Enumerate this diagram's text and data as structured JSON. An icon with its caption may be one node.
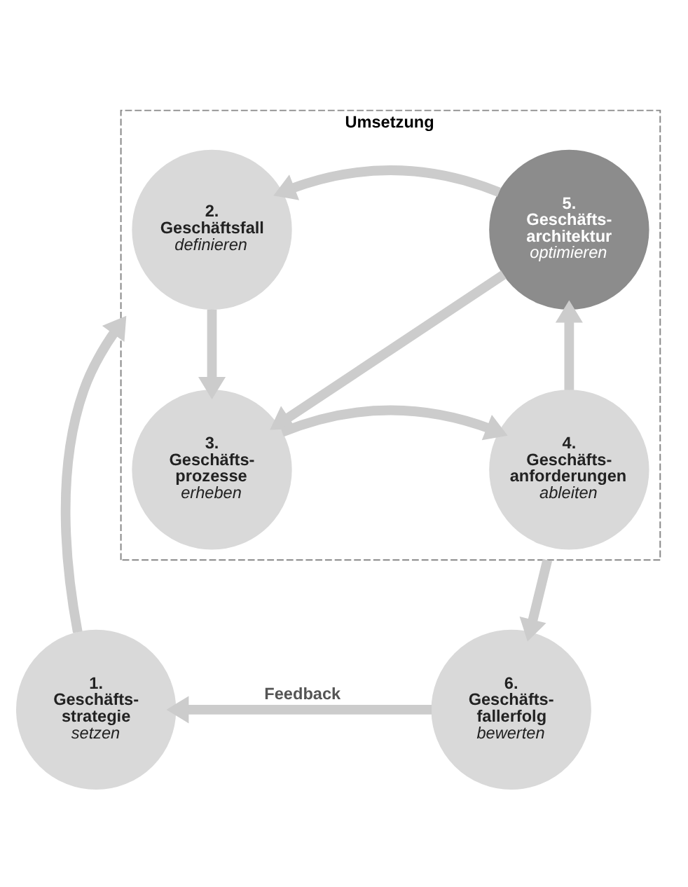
{
  "diagram": {
    "nodes": [
      {
        "text": [
          "1.",
          "Geschäfts- strategie",
          "setzen"
        ]
      },
      {
        "text": [
          "6.",
          "Geschäfts- fallerfolg",
          "bewerten"
        ]
      },
      {
        "text": [
          "Umsetzung"
        ]
      },
      {
        "text": [
          "2.",
          "Geschäftsfall",
          "definieren"
        ],
        "in": 2
      },
      {
        "text": [
          "5.",
          "Geschäfts- architektur",
          "optimieren"
        ],
        "in": 2
      },
      {
        "text": [
          "3.",
          "Geschäfts- prozesse",
          "erheben"
        ],
        "in": 2
      },
      {
        "text": [
          "4.",
          "Geschäfts- anforderungen",
          "ableiten"
        ],
        "in": 2
      }
    ],
    "edges": [
      {
        "from": 1,
        "to": 0,
        "arrow": "to",
        "label": "Feedback"
      },
      {
        "from": 0,
        "to": 2,
        "arrow": "to"
      },
      {
        "from": 2,
        "to": 1,
        "arrow": "to"
      },
      {
        "from": 4,
        "to": 3,
        "arrow": "to"
      },
      {
        "from": 3,
        "to": 5,
        "arrow": "to"
      },
      {
        "from": 4,
        "to": 5,
        "arrow": "to"
      },
      {
        "from": 5,
        "to": 6,
        "arrow": "to"
      },
      {
        "from": 6,
        "to": 4,
        "arrow": "to"
      }
    ]
  }
}
